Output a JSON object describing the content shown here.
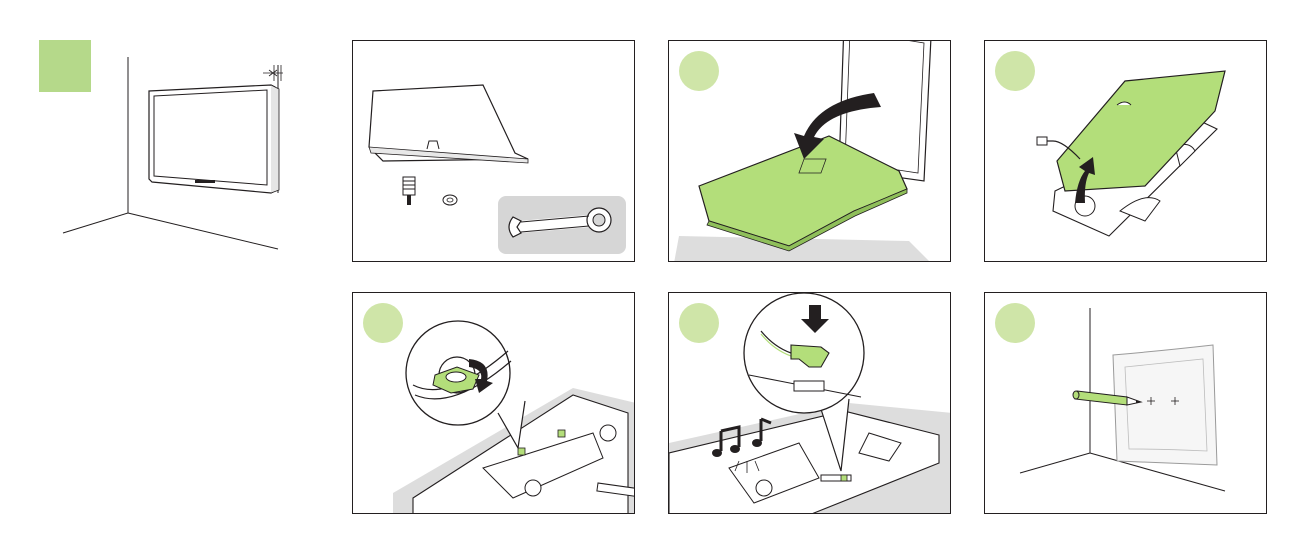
{
  "colors": {
    "accent": "#b5d98a",
    "accent_light": "#cfe5a8",
    "green_part": "#b3de7a",
    "line": "#231f20",
    "grey": "#d6d6d6",
    "floor": "#cfcfcf"
  },
  "step_marker": "",
  "panels": [
    {
      "id": "parts",
      "badge": false
    },
    {
      "id": "attach-back",
      "badge": true,
      "badge_label": ""
    },
    {
      "id": "lift-plate",
      "badge": true,
      "badge_label": ""
    },
    {
      "id": "tighten-screw",
      "badge": true,
      "badge_label": ""
    },
    {
      "id": "connect-cable",
      "badge": true,
      "badge_label": ""
    },
    {
      "id": "mark-wall",
      "badge": true,
      "badge_label": ""
    }
  ],
  "icons": [
    "wrench-icon",
    "screw-icon",
    "nut-icon",
    "arrow-icon",
    "music-notes-icon",
    "pencil-icon"
  ]
}
